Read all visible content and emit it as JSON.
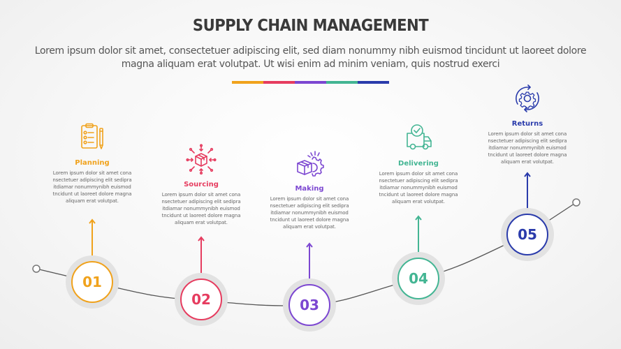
{
  "header": {
    "title": "SUPPLY CHAIN MANAGEMENT",
    "subtitle": "Lorem ipsum dolor sit amet, consectetuer adipiscing elit, sed diam nonummy nibh euismod tincidunt ut laoreet dolore magna aliquam erat volutpat. Ut wisi enim ad minim veniam, quis nostrud exerci"
  },
  "colorbar": [
    "#f0a21c",
    "#e63c5f",
    "#7c47d1",
    "#43b593",
    "#2a3bab"
  ],
  "connector": {
    "line_color": "#555555",
    "endpoint_color": "#777777"
  },
  "steps": [
    {
      "number": "01",
      "label": "Planning",
      "color": "#f0a21c",
      "icon": "clipboard-checklist-icon",
      "description": "Lorem ipsum dolor sit amet cona nsectetuer adipiscing elit sedipra itdiamar nonummynibh euismod tncidunt ut laoreet dolore magna aliquam erat volutpat."
    },
    {
      "number": "02",
      "label": "Sourcing",
      "color": "#e63c5f",
      "icon": "box-inbound-arrows-icon",
      "description": "Lorem ipsum dolor sit amet cona nsectetuer adipiscing elit sedipra itdiamar nonummynibh euismod tncidunt ut laoreet dolore magna aliquam erat volutpat."
    },
    {
      "number": "03",
      "label": "Making",
      "color": "#7c47d1",
      "icon": "box-gear-icon",
      "description": "Lorem ipsum dolor sit amet cona nsectetuer adipiscing elit sedipra itdiamar nonummynibh euismod tncidunt ut laoreet dolore magna aliquam erat volutpat."
    },
    {
      "number": "04",
      "label": "Delivering",
      "color": "#43b593",
      "icon": "truck-check-icon",
      "description": "Lorem ipsum dolor sit amet cona nsectetuer adipiscing elit sedipra itdiamar nonummynibh euismod tncidunt ut laoreet dolore magna aliquam erat volutpat."
    },
    {
      "number": "05",
      "label": "Returns",
      "color": "#2a3bab",
      "icon": "gear-cycle-icon",
      "description": "Lorem ipsum dolor sit amet cona nsectetuer adipiscing elit sedipra itdiamar nonummynibh euismod tncidunt ut laoreet dolore magna aliquam erat volutpat."
    }
  ]
}
